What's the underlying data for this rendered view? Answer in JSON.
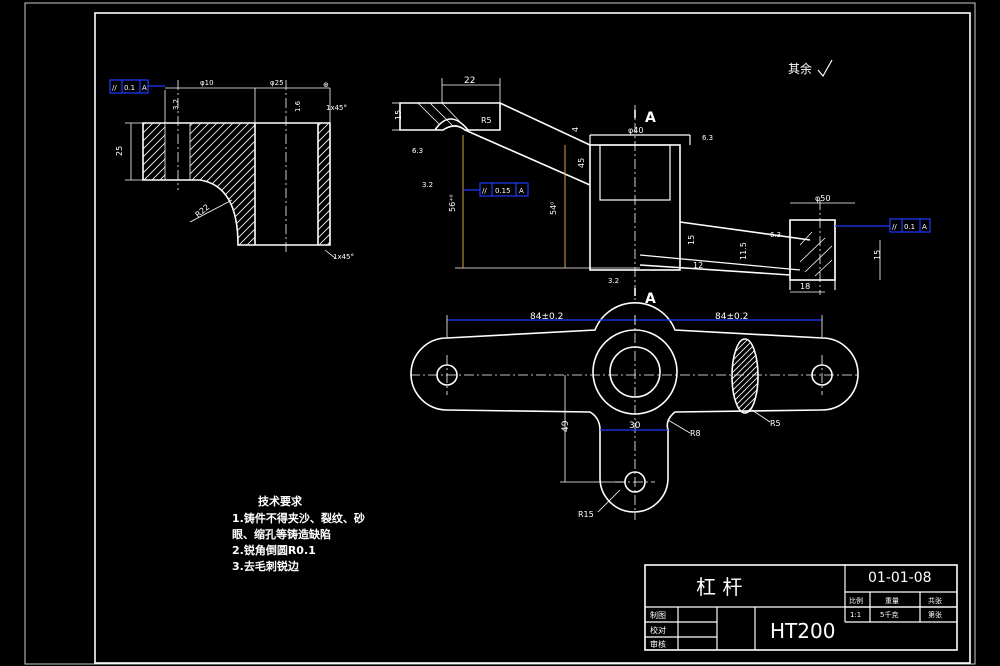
{
  "main_view": {
    "roughness_rest": "其余",
    "label_A_top": "A",
    "label_A_bottom": "A",
    "dim_22": "22",
    "dim_15_left": "15",
    "dim_R5": "R5",
    "dim_phi40": "φ40",
    "dim_45": "45",
    "dim_56": "56⁺⁰",
    "dim_54": "54⁰",
    "dim_15_right": "15",
    "dim_15_mid": "15",
    "dim_phi50": "φ50",
    "dim_18": "18",
    "dim_12": "12",
    "dim_11": "11.5",
    "rough_6_3_a": "6.3",
    "rough_6_3_b": "6.3",
    "rough_6_3_c": "6.3",
    "rough_3_2_a": "3.2",
    "rough_3_2_b": "3.2",
    "dim_4": "4",
    "tol_1": {
      "symbol": "//",
      "value": "0.15",
      "datum": "A"
    },
    "tol_2": {
      "symbol": "//",
      "value": "0.1",
      "datum": "A"
    }
  },
  "section_view": {
    "tol": {
      "symbol": "//",
      "value": "0.1",
      "datum": "A"
    },
    "dim_phi10": "φ10",
    "dim_phi25": "φ25",
    "dim_25": "25",
    "dim_R22": "R22",
    "dim_chamfer_top": "1x45°",
    "dim_chamfer_bottom": "1x45°",
    "rough_3_2": "3.2",
    "rough_1_6": "1.6"
  },
  "top_view": {
    "dim_84_left": "84±0.2",
    "dim_84_right": "84±0.2",
    "dim_49": "49",
    "dim_30": "30",
    "dim_R8": "R8",
    "dim_R5": "R5",
    "dim_R15": "R15"
  },
  "tech_requirements": {
    "title": "技术要求",
    "lines": [
      "1.铸件不得夹沙、裂纹、砂",
      "眼、缩孔等铸造缺陷",
      "2.锐角倒圆R0.1",
      "3.去毛刺锐边"
    ]
  },
  "title_block": {
    "part_name": "杠 杆",
    "drawing_no": "01-01-08",
    "material": "HT200",
    "scale_label": "比例",
    "weight_label": "重量",
    "sheets_label": "共张",
    "scale_value": "1:1",
    "weight_value": "5千克",
    "sheet_no": "第张",
    "drawn_label": "制图",
    "checked_label": "校对",
    "approved_label": "审核"
  },
  "colors": {
    "background": "#000000",
    "line": "#ffffff",
    "dimension": "#1f3bff",
    "dimension_alt": "#d9a441"
  }
}
